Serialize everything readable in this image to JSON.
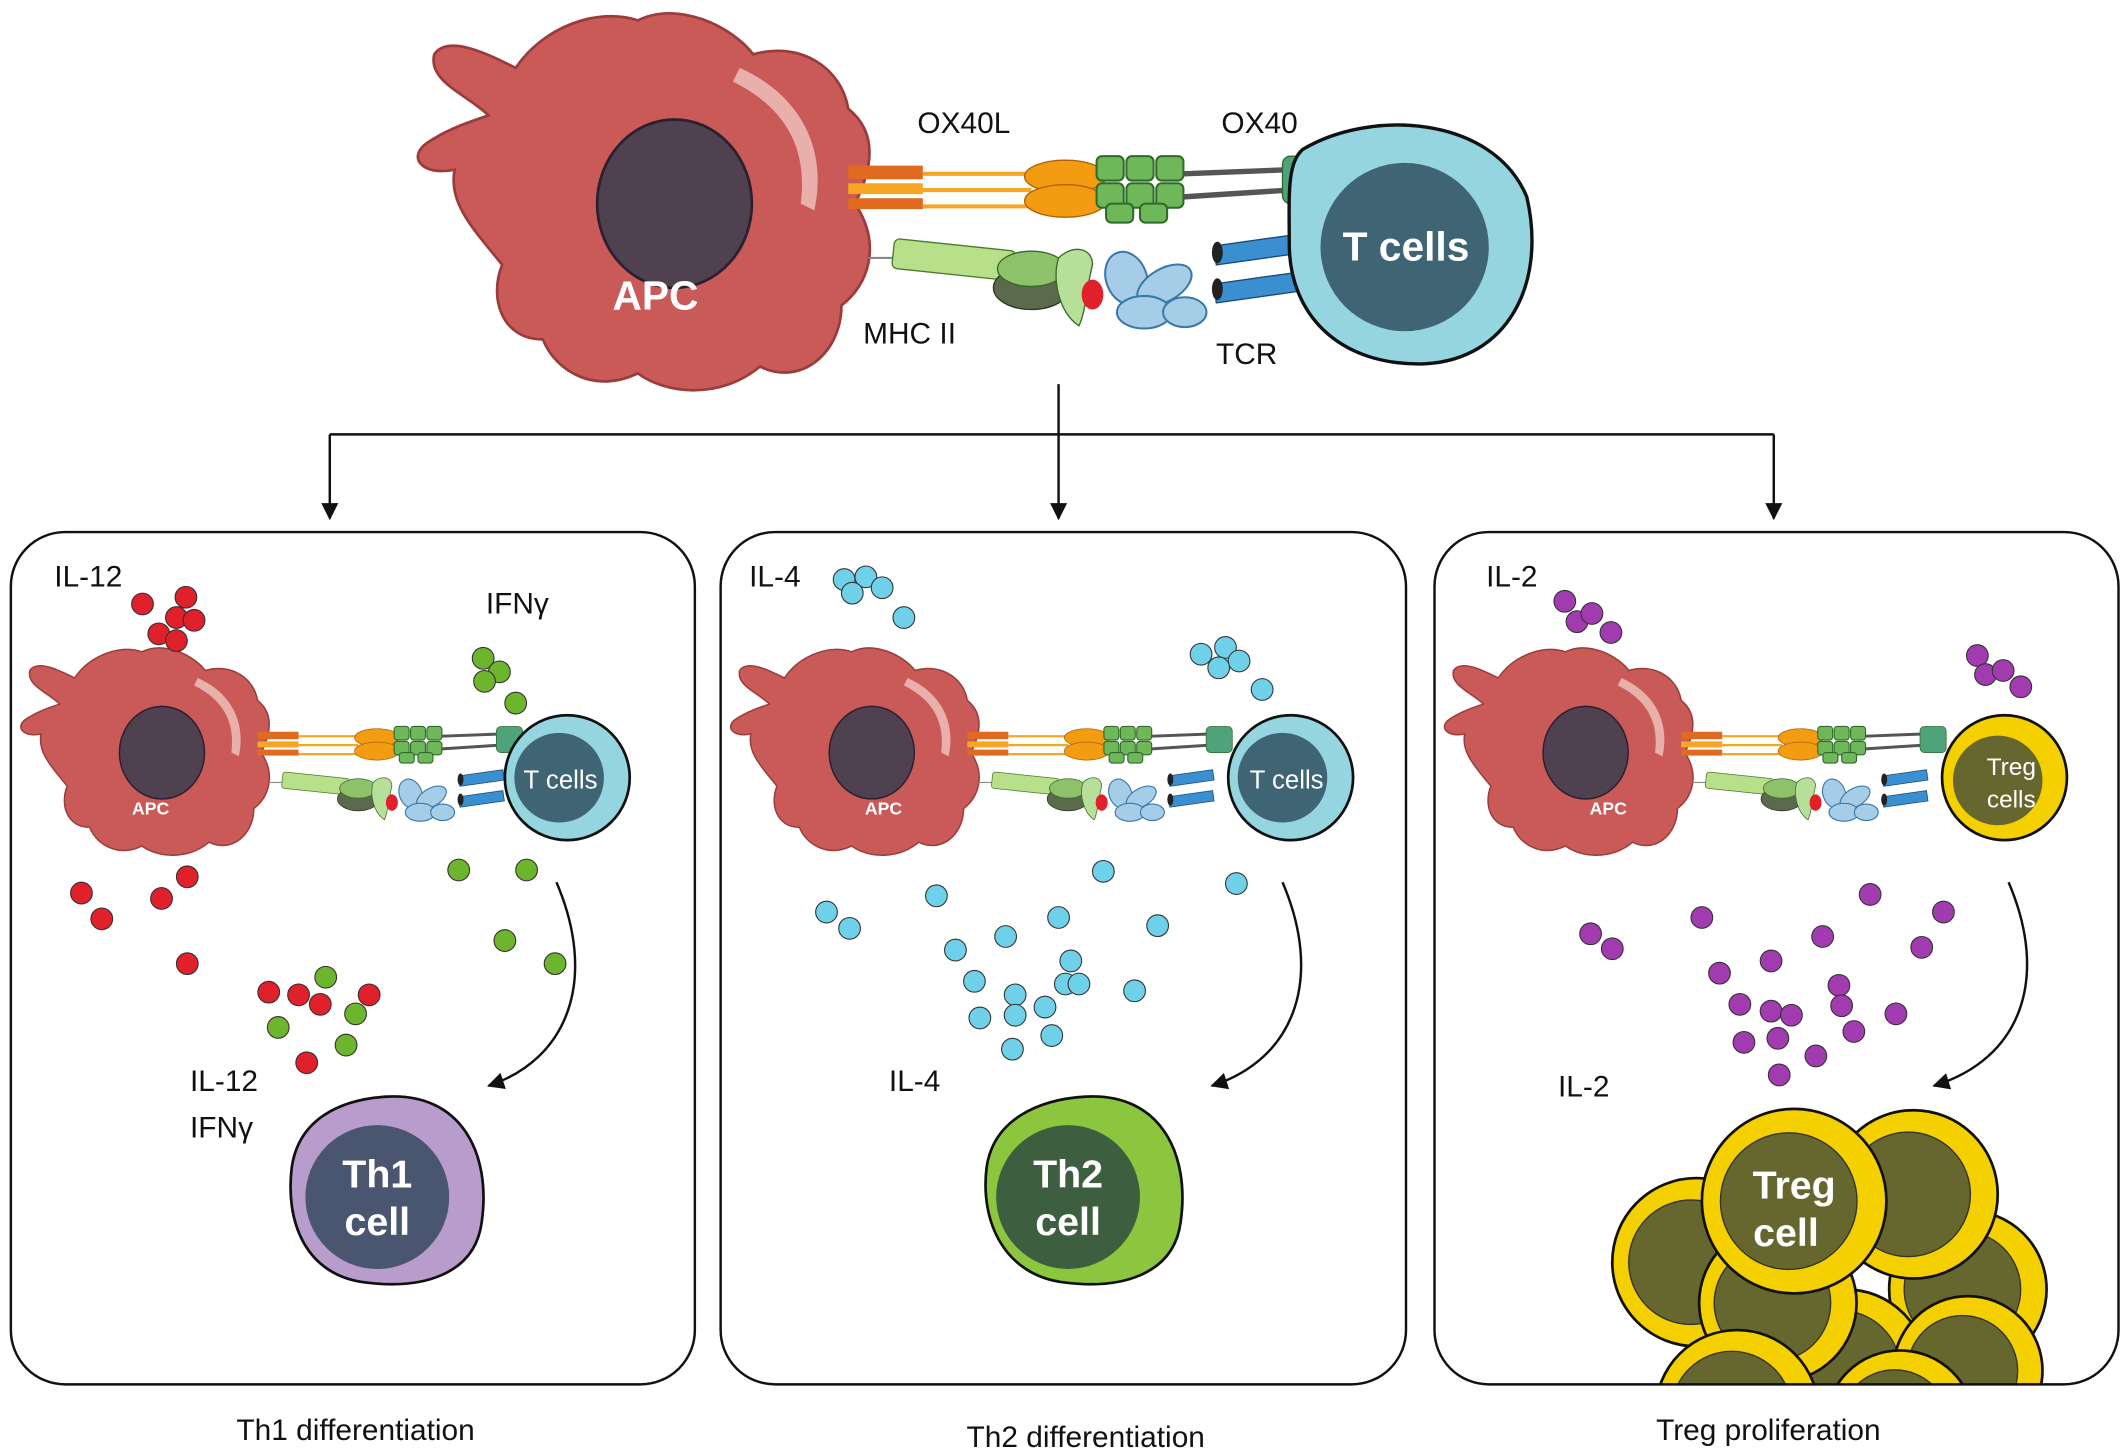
{
  "top": {
    "apc_label": "APC",
    "tcell_label": "T cells",
    "ox40l_label": "OX40L",
    "ox40_label": "OX40",
    "mhc_label": "MHC II",
    "tcr_label": "TCR"
  },
  "panels": [
    {
      "caption": "Th1 differentiation",
      "apc_label": "APC",
      "tcell_label": "T cells",
      "top_left_label": "IL-12",
      "top_right_label": "IFNγ",
      "bottom_label_1": "IL-12",
      "bottom_label_2": "IFNγ",
      "result_line1": "Th1",
      "result_line2": "cell"
    },
    {
      "caption": "Th2 differentiation",
      "apc_label": "APC",
      "tcell_label": "T cells",
      "top_left_label": "IL-4",
      "bottom_label_1": "IL-4",
      "result_line1": "Th2",
      "result_line2": "cell"
    },
    {
      "caption": "Treg proliferation",
      "apc_label": "APC",
      "tcell_label_1": "Treg",
      "tcell_label_2": "cells",
      "top_left_label": "IL-2",
      "bottom_label_1": "IL-2",
      "result_line1": "Treg",
      "result_line2": "cell"
    }
  ],
  "colors": {
    "apc": "#c95a58",
    "nucleus": "#4f4150",
    "tcell_outer": "#95d5e0",
    "tcell_inner": "#3f6474",
    "il12": "#e0202a",
    "ifng": "#6db52c",
    "il4": "#6fd0ea",
    "il2": "#a23bb0",
    "th1_outer": "#b89ccb",
    "th1_inner": "#4a5570",
    "th2_outer": "#8cc63f",
    "th2_inner": "#3d5e3f",
    "treg_outer": "#f5d000",
    "treg_inner": "#66672f"
  }
}
